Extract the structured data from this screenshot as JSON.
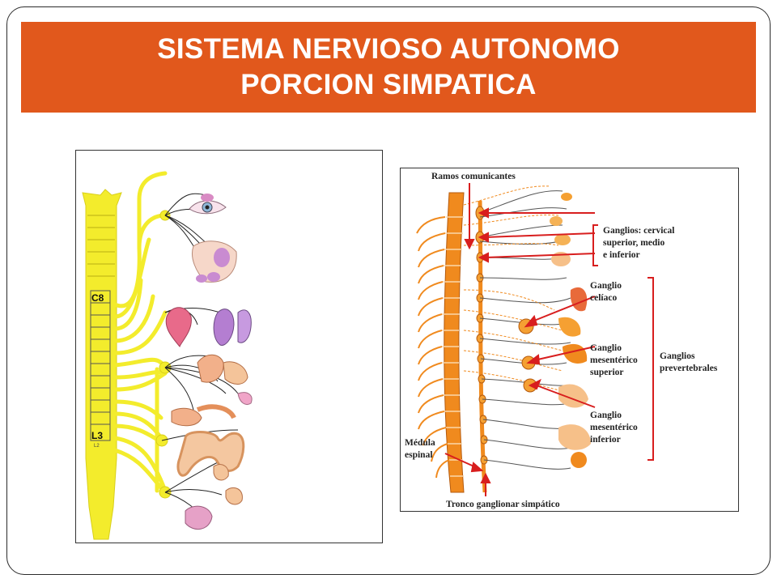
{
  "slide": {
    "title_line1": "SISTEMA NERVIOSO AUTONOMO",
    "title_line2": "PORCION SIMPATICA"
  },
  "colors": {
    "title_bar": "#e1581c",
    "title_text": "#ffffff",
    "nerve_yellow": "#f3ec2c",
    "nerve_orange": "#f08a1e",
    "arrow_red": "#d81e1e"
  },
  "left_diagram": {
    "segment_top": "C8",
    "segment_bottom": "L3",
    "segment_small": "L2"
  },
  "right_diagram": {
    "ramos": "Ramos comunicantes",
    "ganglios_cervical": [
      "Ganglios: cervical",
      "superior, medio",
      "e inferior"
    ],
    "ganglio_celiaco": [
      "Ganglio",
      "celíaco"
    ],
    "ganglio_mes_sup": [
      "Ganglio",
      "mesentérico",
      "superior"
    ],
    "ganglio_mes_inf": [
      "Ganglio",
      "mesentérico",
      "inferior"
    ],
    "ganglios_prevert": [
      "Ganglios",
      "prevertebrales"
    ],
    "medula": [
      "Médula",
      "espinal"
    ],
    "tronco": "Tronco ganglionar simpático"
  }
}
